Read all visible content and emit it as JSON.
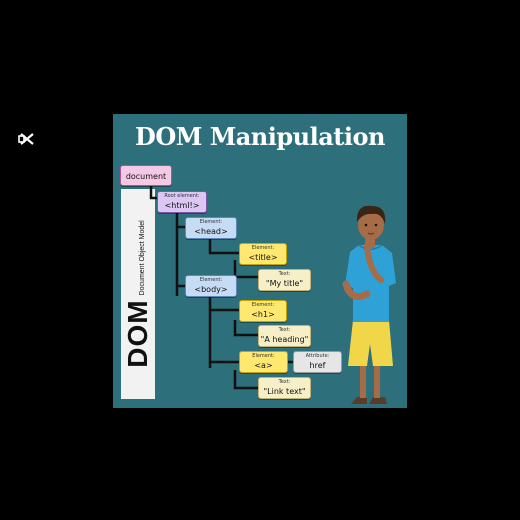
{
  "title": "DOM Manipulation",
  "side_label": {
    "big": "DOM",
    "small": "Document Object Model"
  },
  "nodes": {
    "document": {
      "label": "document"
    },
    "html": {
      "caption": "Root element:",
      "label": "<html!>"
    },
    "head": {
      "caption": "Element:",
      "label": "<head>"
    },
    "title": {
      "caption": "Element:",
      "label": "<title>"
    },
    "my_title": {
      "caption": "Text:",
      "label": "\"My title\""
    },
    "body": {
      "caption": "Element:",
      "label": "<body>"
    },
    "h1": {
      "caption": "Element:",
      "label": "<h1>"
    },
    "a_heading": {
      "caption": "Text:",
      "label": "\"A heading\""
    },
    "a": {
      "caption": "Element:",
      "label": "<a>"
    },
    "href": {
      "caption": "Attribute:",
      "label": "href"
    },
    "link_text": {
      "caption": "Text:",
      "label": "\"Link text\""
    }
  },
  "colors": {
    "background": "#000000",
    "panel": "#2e6f7c",
    "element": "#ffe870",
    "text_node": "#f6efc8"
  },
  "icons": {
    "logo": "capcut-logo-icon",
    "illustration": "thinking-boy-illustration"
  }
}
